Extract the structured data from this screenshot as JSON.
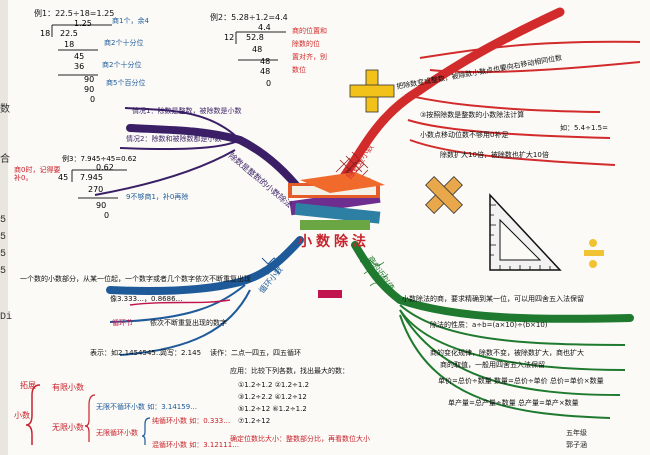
{
  "title": "小数除法",
  "edge_glyphs": [
    "数",
    "合",
    "5",
    "5",
    "5",
    "5",
    "Di"
  ],
  "example1": {
    "header": "例1：22.5÷18=1.25",
    "quotient": "1.25",
    "divisor": "18",
    "dividend": "22.5",
    "steps": [
      "18",
      "45",
      "36",
      "90",
      "90",
      "0"
    ],
    "notes": [
      "商1个，余4",
      "商2个十分位",
      "商2个十分位",
      "商5个百分位"
    ]
  },
  "example2": {
    "header": "例2：5.28÷1.2=4.4",
    "quotient": "4.4",
    "divisor": "12",
    "dividend": "52.8",
    "steps": [
      "48",
      "48",
      "48",
      "0"
    ],
    "notes": [
      "商的位置和",
      "除数的位",
      "置对齐，别",
      "数位"
    ]
  },
  "example3": {
    "header": "例3：7.945÷45=0.62",
    "quotient": "0.62",
    "divisor": "45",
    "dividend": "7.945",
    "steps": [
      "270",
      "90",
      "0"
    ],
    "notes": [
      "9不够商1，补0再除"
    ],
    "side_note": "商0时，记得要补0。"
  },
  "branch_divide_int": {
    "label": "除数是整数的小数除法",
    "item1": "情况1：除数是整数，被除数是小数",
    "item2": "情况2：除数和被除数都是小数"
  },
  "branch_divide_dec": {
    "label": "除数是小数",
    "rule1": "把除数变成整数，被除数小数点也要向右移动相同位数",
    "rule2": "③按照除数是整数的小数除法计算",
    "rule3": "小数点移动位数不够用0补足",
    "example": "如：5.4÷1.5=",
    "example2": "除数扩大10倍，被除数也扩大10倍"
  },
  "branch_recurring": {
    "label": "循环小数",
    "def": "一个数的小数部分，从某一位起，一个数字或者几个数字依次不断重复出现",
    "ex1": "像3.333…，0.8686…",
    "ex2": "循环节",
    "ex2_text": "依次不断重复出现的数字",
    "ex3": "表示：如2.1454545…",
    "ex3_b": "简写：2.145",
    "ex3_c": "读作：二点一四五，四五循环"
  },
  "branch_quotient": {
    "label": "商的近似值",
    "line1": "小数除法的商，要求精确到某一位，可以用四舍五入法保留",
    "line2": "除法的性质：a÷b=(a×10)÷(b×10)",
    "line3": "商的变化规律，除数不变，被除数扩大，商也扩大",
    "line4": "商的取值，一般用四舍五入法保留",
    "line5": "单价=总价÷数量   数量=总价÷单价   总价=单价×数量",
    "line6": "单产量=总产量÷数量   总产量=单产×数量"
  },
  "bottom_mid": {
    "title": "应用：比较下列各数，找出最大的数：",
    "list": [
      "①1.2÷1.2  ②1.2÷1.2",
      "③1.2÷2.2  ④1.2÷12",
      "⑤1.2÷12  ⑥1.2÷1.2",
      "⑦1.2÷12"
    ],
    "footer": "确定位数比大小：整数部分比，再看数位大小"
  },
  "bottom_left": {
    "head": "拓展",
    "root": "小数",
    "a": "有限小数",
    "b": "无限小数",
    "b1": "无限不循环小数 如：3.14159…",
    "b2": "无限循环小数",
    "b2a": "纯循环小数 如：0.333…",
    "b2b": "混循环小数 如：3.12111…"
  },
  "signature": [
    "五年级",
    "郭子涵"
  ],
  "symbols": [
    "+",
    "×",
    "÷",
    "−"
  ],
  "colors": {
    "plus": "#f2c21b",
    "times": "#e9a74c",
    "minus": "#c1134d",
    "divide": "#f1c232",
    "title": "#c8232c",
    "red": "#d22b2b",
    "purple": "#3a1f66",
    "blue": "#1e5a9a",
    "green": "#1f7a2f",
    "teal": "#3a9aa0"
  }
}
